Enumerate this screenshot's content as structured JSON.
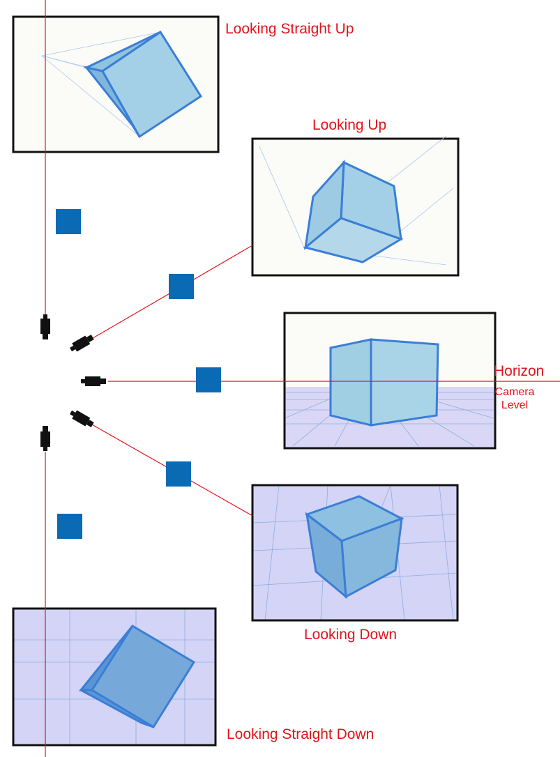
{
  "labels": {
    "straight_up": "Looking Straight Up",
    "up": "Looking Up",
    "horizon": "Horizon",
    "camera_level_1": "Camera",
    "camera_level_2": "Level",
    "down": "Looking Down",
    "straight_down": "Looking Straight Down"
  },
  "colors": {
    "sight_line": "#e0141b",
    "cube_fill": "#9ccbe3",
    "cube_edge": "#3a7ed6",
    "ground_fill": "#d9d7f5",
    "frame": "#111111",
    "marker_square": "#0a6ab4",
    "camera": "#111111"
  }
}
